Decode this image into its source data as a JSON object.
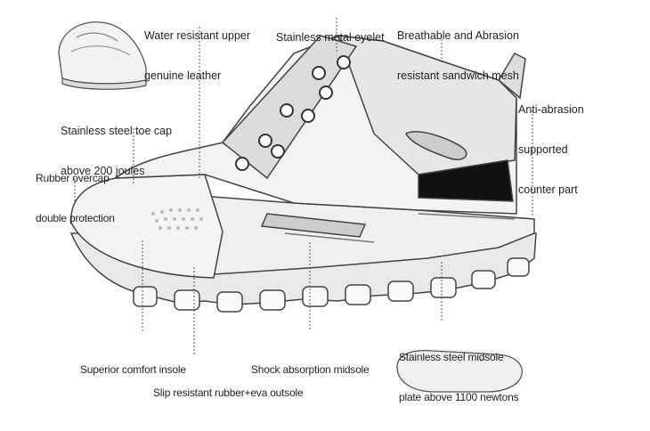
{
  "labels": {
    "upper": [
      "Water resistant upper",
      "genuine leather"
    ],
    "eyelet": "Stainless metal eyelet",
    "mesh": [
      "Breathable and Abrasion",
      "resistant sandwich mesh"
    ],
    "counter": [
      "Anti-abrasion",
      "supported",
      "counter part"
    ],
    "toecap": [
      "Stainless steel toe cap",
      "above 200 joules"
    ],
    "overcap": [
      "Rubber overcap",
      "double protection"
    ],
    "insole": "Superior comfort insole",
    "shock": "Shock absorption midsole",
    "midsole_plate": [
      "Stainless steel midsole",
      "plate above 1100 newtons"
    ],
    "outsole": "Slip resistant rubber+eva outsole"
  },
  "colors": {
    "ink": "#222222",
    "sketch": "#444444",
    "shade": "#d9d9d9",
    "dark": "#111111"
  }
}
